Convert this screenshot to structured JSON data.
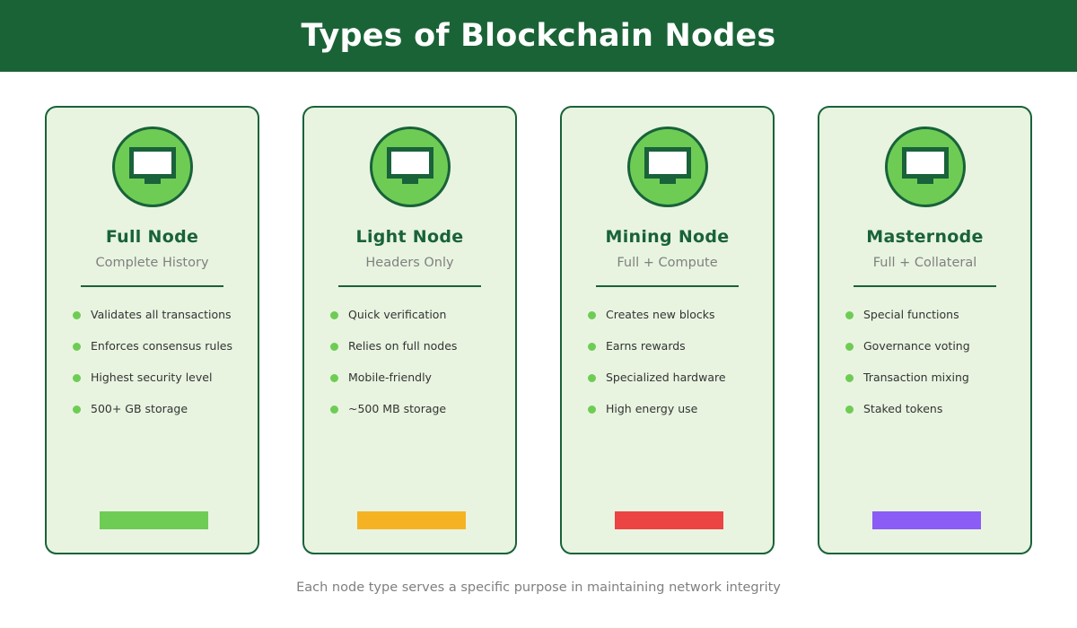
{
  "header": {
    "title": "Types of Blockchain Nodes",
    "background_color": "#1a6336",
    "text_color": "#ffffff"
  },
  "theme": {
    "card_background": "#e8f4e0",
    "card_border": "#19623a",
    "accent_green": "#6ecc55",
    "title_color": "#19623a",
    "subtitle_color": "#808080",
    "body_text_color": "#333333"
  },
  "cards": [
    {
      "icon": "monitor-icon",
      "title": "Full Node",
      "subtitle": "Complete History",
      "features": [
        "Validates all transactions",
        "Enforces consensus rules",
        "Highest security level",
        "500+ GB storage"
      ],
      "accent_color": "#6ecc55"
    },
    {
      "icon": "monitor-icon",
      "title": "Light Node",
      "subtitle": "Headers Only",
      "features": [
        "Quick verification",
        "Relies on full nodes",
        "Mobile-friendly",
        "~500 MB storage"
      ],
      "accent_color": "#f5b324"
    },
    {
      "icon": "monitor-icon",
      "title": "Mining Node",
      "subtitle": "Full + Compute",
      "features": [
        "Creates new blocks",
        "Earns rewards",
        "Specialized hardware",
        "High energy use"
      ],
      "accent_color": "#ec4343"
    },
    {
      "icon": "monitor-icon",
      "title": "Masternode",
      "subtitle": "Full + Collateral",
      "features": [
        "Special functions",
        "Governance voting",
        "Transaction mixing",
        "Staked tokens"
      ],
      "accent_color": "#8b5cf6"
    }
  ],
  "footer": {
    "note": "Each node type serves a specific purpose in maintaining network integrity"
  }
}
